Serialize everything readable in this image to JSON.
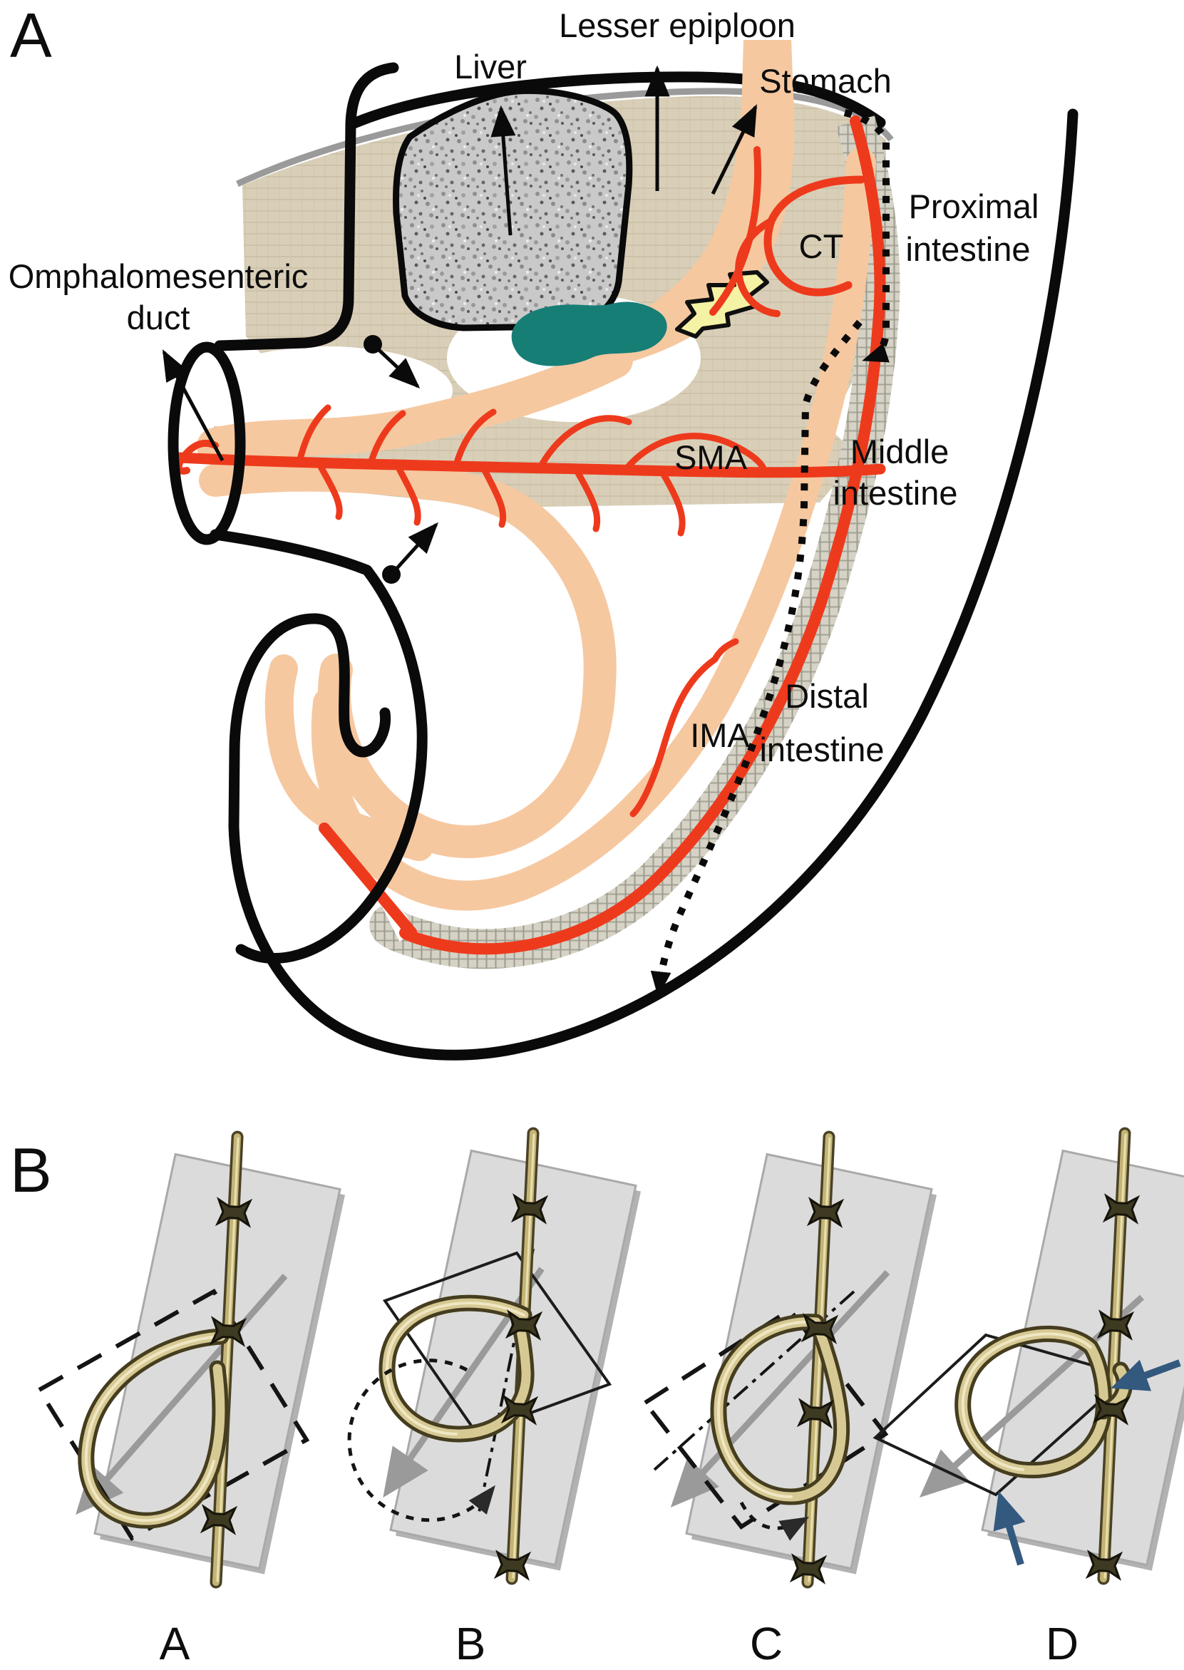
{
  "figure": {
    "panel_a": {
      "label": "A",
      "annotations": {
        "lesser_epiploon": "Lesser epiploon",
        "liver": "Liver",
        "stomach": "Stomach",
        "ct": "CT",
        "proximal_intestine_line1": "Proximal",
        "proximal_intestine_line2": "intestine",
        "omphalomesenteric_line1": "Omphalomesenteric",
        "omphalomesenteric_line2": "duct",
        "sma": "SMA",
        "middle_intestine_line1": "Middle",
        "middle_intestine_line2": "intestine",
        "ima": "IMA",
        "distal_intestine_line1": "Distal",
        "distal_intestine_line2": "intestine"
      },
      "colors": {
        "artery_red": "#ee3a1c",
        "intestine_peach": "#f6c8a0",
        "mesentery_beige": "#d9cfb8",
        "pancreas_teal": "#177e76",
        "ventral_bud_yellow": "#f4f2a4",
        "liver_gray": "#c9c9c9",
        "outline_black": "#0a0a0a",
        "membrane_gray": "#9c9c9c"
      }
    },
    "panel_b": {
      "label": "B",
      "stages": [
        {
          "label": "A"
        },
        {
          "label": "B"
        },
        {
          "label": "C"
        },
        {
          "label": "D"
        }
      ],
      "colors": {
        "plate_gray": "#dbdbdb",
        "rod_tan": "#c4b475",
        "loop_tan": "#d7c993",
        "arrow_gray": "#9a9a9a",
        "arrow_blue": "#33597f"
      }
    }
  }
}
